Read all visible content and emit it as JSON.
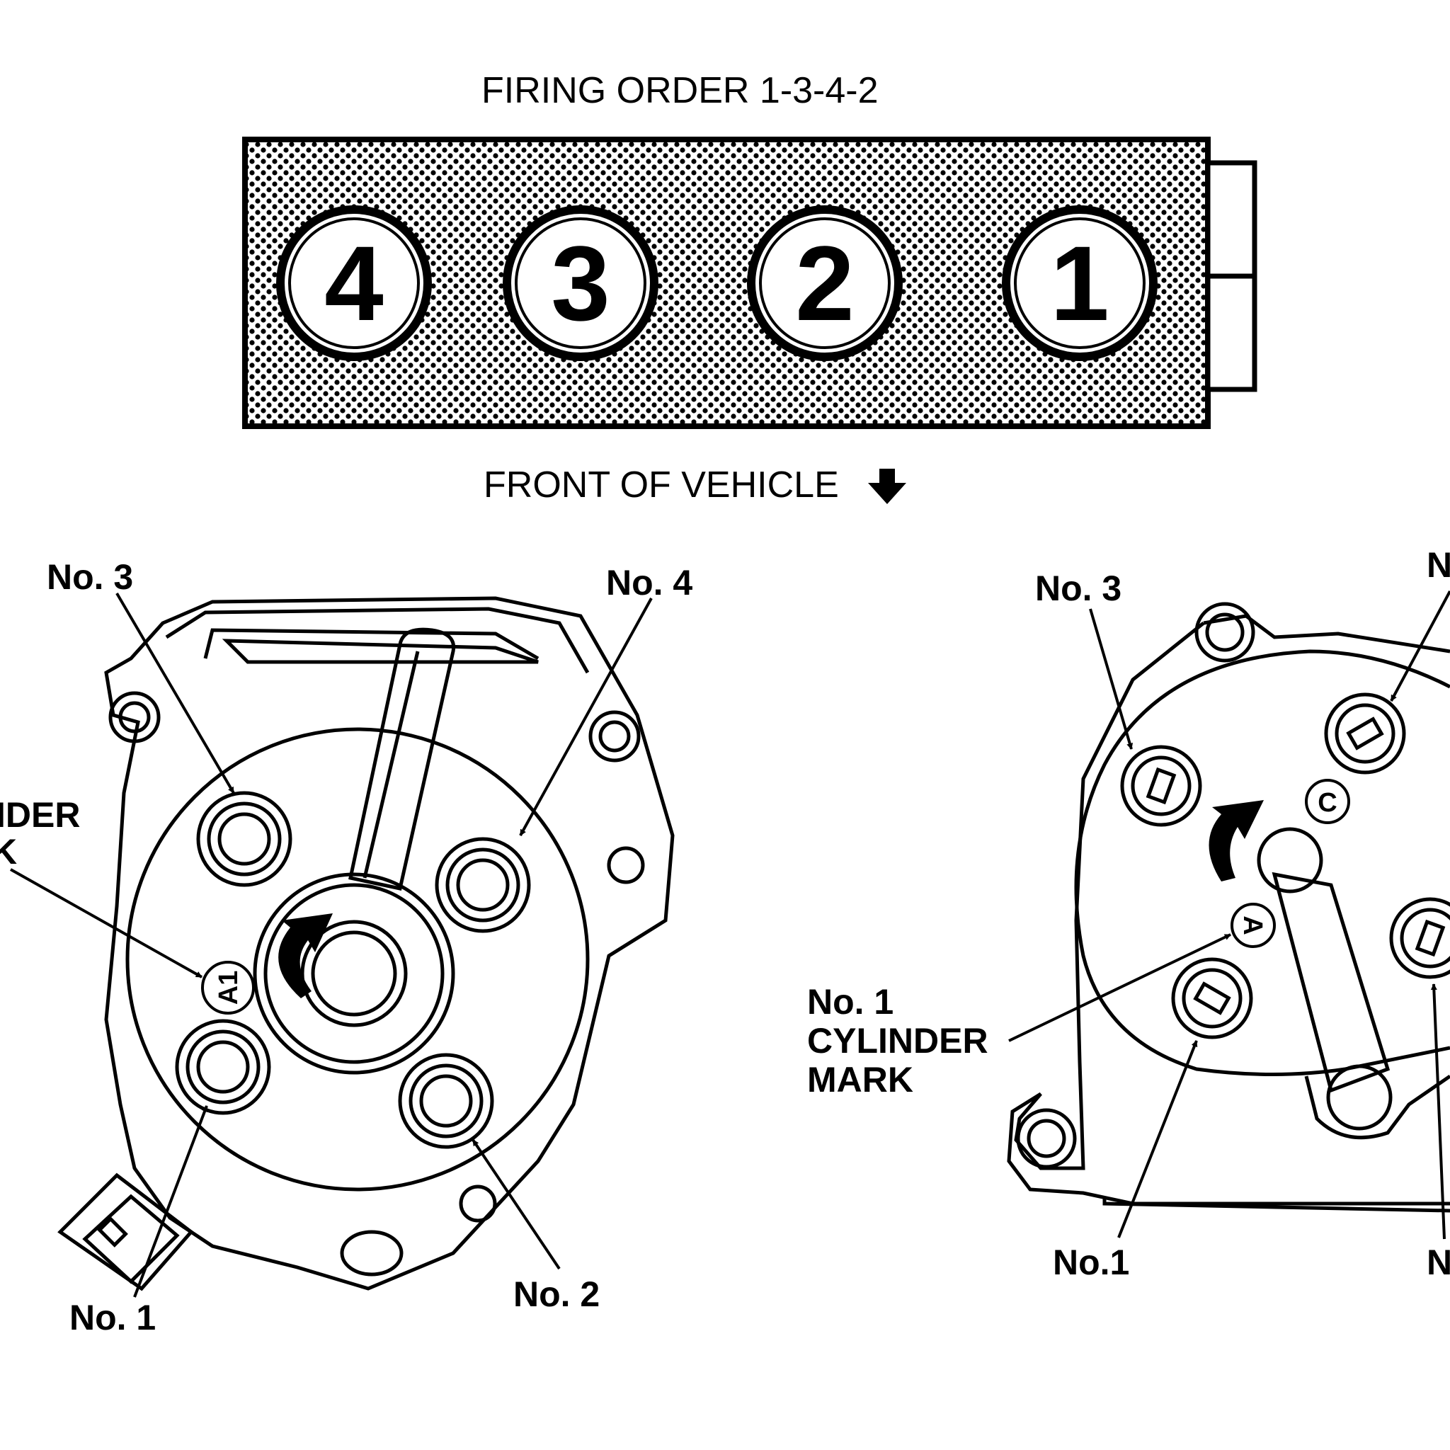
{
  "header": {
    "firing_order": "FIRING ORDER  1-3-4-2",
    "front_of_vehicle": "FRONT OF VEHICLE"
  },
  "engine": {
    "cylinders": [
      "4",
      "3",
      "2",
      "1"
    ]
  },
  "left_distributor": {
    "labels": {
      "no3": "No. 3",
      "no4": "No. 4",
      "no1": "No. 1",
      "no2": "No. 2",
      "cylinder_mark_line1": "IDER",
      "cylinder_mark_line2": "K"
    },
    "cap_mark": "A1"
  },
  "right_distributor": {
    "labels": {
      "no3": "No. 3",
      "no4_partial": "N",
      "no1": "No.1",
      "no2_partial": "N",
      "cylinder_mark_line1": "No. 1",
      "cylinder_mark_line2": "CYLINDER",
      "cylinder_mark_line3": "MARK"
    },
    "cap_mark_a": "A",
    "cap_mark_c": "C"
  }
}
